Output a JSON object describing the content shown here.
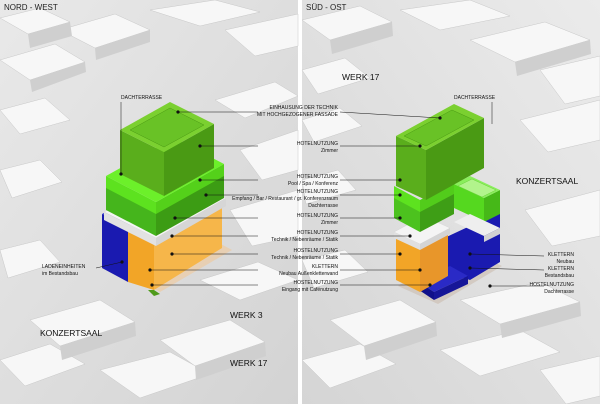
{
  "panels": {
    "left_title": "NORD - WEST",
    "right_title": "SÜD - OST"
  },
  "site_labels": {
    "werk17_top": "WERK 17",
    "konzertsaal_right": "KONZERTSAAL",
    "konzertsaal_left": "KONZERTSAAL",
    "werk3": "WERK 3",
    "werk17_bottom": "WERK 17"
  },
  "annotations": {
    "dachterrasse_left": "DACHTERRASSE",
    "dachterrasse_right": "DACHTERRASSE",
    "einhausung_1": "EINHAUSUNG DER TECHNIK",
    "einhausung_2": "MIT HOCHGEZOGENER FASSADE",
    "hotel1_title": "HOTELNUTZUNG",
    "hotel1_sub": "Zimmer",
    "hotel2_title": "HOTELNUTZUNG",
    "hotel2_sub": "Pool / Spa / Konferenz",
    "hotel3_title": "HOTELNUTZUNG",
    "hotel3_sub1": "Empfang / Bar / Restaurant / gr. Konferenzraum",
    "hotel3_sub2": "Dachterrasse",
    "hotel4_title": "HOTELNUTZUNG",
    "hotel4_sub": "Zimmer",
    "hotel5_title": "HOTELNUTZUNG",
    "hotel5_sub": "Technik / Nebenräume / Statik",
    "hostel1_title": "HOSTELNUTZUNG",
    "hostel1_sub": "Technik / Nebenräume / Statik",
    "klettern1_title": "KLETTERN",
    "klettern1_sub": "Neubau Außenkletterwand",
    "hostel2_title": "HOSTELNUTZUNG",
    "hostel2_sub": "Eingang mit Cafénutzung",
    "laden_title": "LADENEINHEITEN",
    "laden_sub": "im Bestandsbau",
    "klettern2_title": "KLETTERN",
    "klettern2_sub": "Neubau",
    "klettern3_title": "KLETTERN",
    "klettern3_sub": "Bestandsbau",
    "hostel3_title": "HOSTELNUTZUNG",
    "hostel3_sub": "Dachterrasse"
  },
  "colors": {
    "hotel_dark": "#4f9a1a",
    "hotel_light": "#55e21b",
    "hostel": "#f2a527",
    "klettern": "#1414b8",
    "terrace": "#f4f4f4",
    "context": "#dcdcdc"
  }
}
